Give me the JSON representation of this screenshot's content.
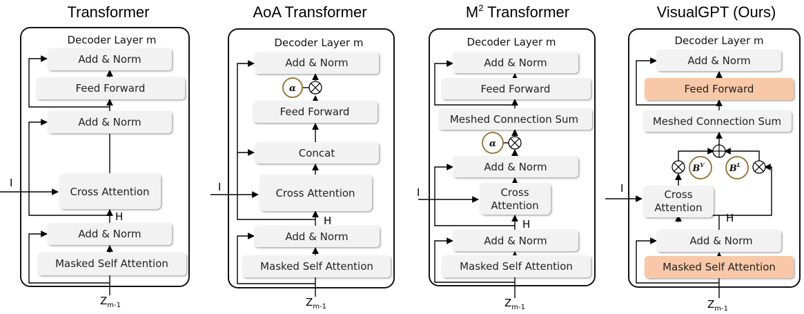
{
  "decoder_label": "Decoder Layer m",
  "input_I": "I",
  "input_H": "H",
  "input_z": "Z",
  "input_z_sub": "m-1",
  "panels": [
    {
      "title": "Transformer",
      "blocks": [
        "Add & Norm",
        "Feed Forward",
        "Add & Norm",
        "Cross Attention",
        "Add & Norm",
        "Masked Self Attention"
      ]
    },
    {
      "title": "AoA Transformer",
      "gate": "α",
      "blocks": [
        "Add & Norm",
        "Feed Forward",
        "Concat",
        "Cross Attention",
        "Add & Norm",
        "Masked Self Attention"
      ]
    },
    {
      "title": "M",
      "title_sup": "2",
      "title_rest": " Transformer",
      "gate": "α",
      "blocks": [
        "Add & Norm",
        "Feed Forward",
        "Meshed Connection Sum",
        "Add & Norm",
        "Cross",
        "Attention",
        "Add & Norm",
        "Masked Self Attention"
      ]
    },
    {
      "title": "VisualGPT (Ours)",
      "gate_v": "B",
      "gate_v_sup": "V",
      "gate_l": "B",
      "gate_l_sup": "L",
      "blocks": [
        "Add & Norm",
        "Feed Forward",
        "Meshed Connection Sum",
        "Cross",
        "Attention",
        "Add & Norm",
        "Masked Self Attention"
      ]
    }
  ],
  "colors": {
    "block": "#f2f2f2",
    "highlight": "#f8c8a8",
    "gate_border": "#8a6d2f"
  }
}
